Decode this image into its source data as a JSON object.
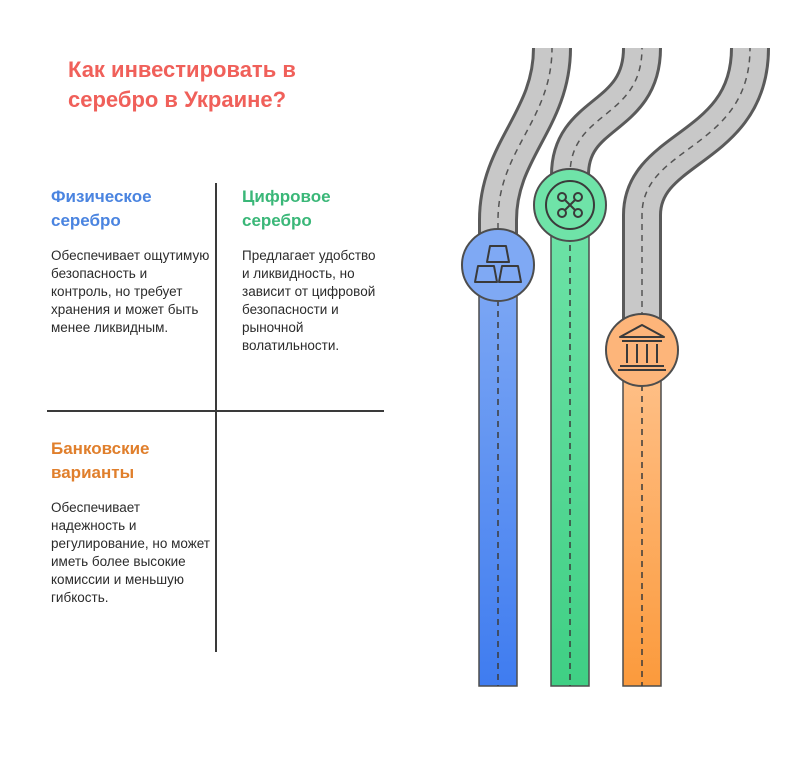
{
  "title": "Как инвестировать в серебро в Украине?",
  "options": [
    {
      "heading": "Физическое серебро",
      "text": "Обеспечивает ощутимую безопасность и контроль, но требует хранения и может быть менее ликвидным.",
      "color": "#4a84e0",
      "icon": "gold-bars-icon"
    },
    {
      "heading": "Цифровое серебро",
      "text": "Предлагает удобство и ликвидность, но зависит от цифровой безопасности и рыночной волатильности.",
      "color": "#3ab778",
      "icon": "crypto-network-icon"
    },
    {
      "heading": "Банковские варианты",
      "text": "Обеспечивает надежность и регулирование, но может иметь более высокие комиссии и меньшую гибкость.",
      "color": "#e07f2c",
      "icon": "bank-icon"
    }
  ],
  "colors": {
    "title": "#f0605a",
    "road": "#c8c8c8",
    "road_edge": "#5a5a5a"
  }
}
